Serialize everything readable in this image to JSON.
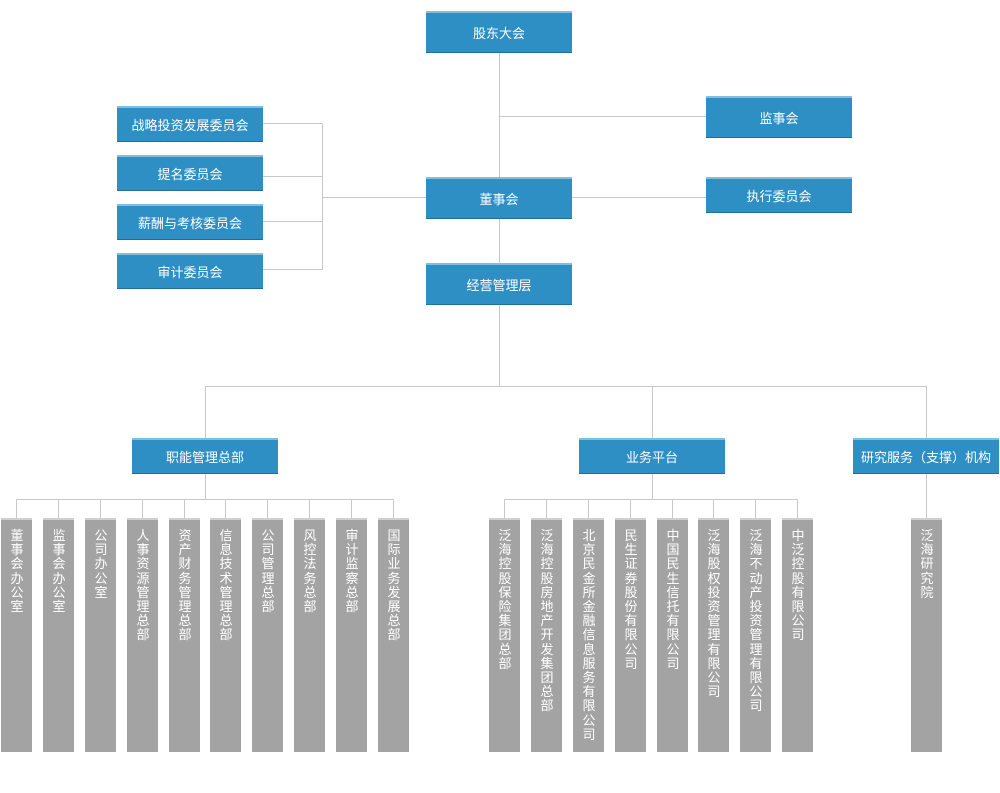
{
  "top": {
    "shareholders": "股东大会",
    "supervisors": "监事会",
    "board": "董事会",
    "executive": "执行委员会",
    "management": "经营管理层"
  },
  "committees": [
    "战略投资发展委员会",
    "提名委员会",
    "薪酬与考核委员会",
    "审计委员会"
  ],
  "groups": {
    "functional": "职能管理总部",
    "business": "业务平台",
    "research": "研究服务（支撑）机构"
  },
  "functional_units": [
    "董事会办公室",
    "监事会办公室",
    "公司办公室",
    "人事资源管理总部",
    "资产财务管理总部",
    "信息技术管理总部",
    "公司管理总部",
    "风控法务总部",
    "审计监察总部",
    "国际业务发展总部"
  ],
  "business_units": [
    "泛海控股保险集团总部",
    "泛海控股房地产开发集团总部",
    "北京民金所金融信息服务有限公司",
    "民生证券股份有限公司",
    "中国民生信托有限公司",
    "泛海股权投资管理有限公司",
    "泛海不动产投资管理有限公司",
    "中泛控股有限公司"
  ],
  "research_units": [
    "泛海研究院"
  ],
  "colors": {
    "box": "#2e8fc4",
    "unit": "#a3a3a3",
    "line": "#c8c8c8"
  }
}
